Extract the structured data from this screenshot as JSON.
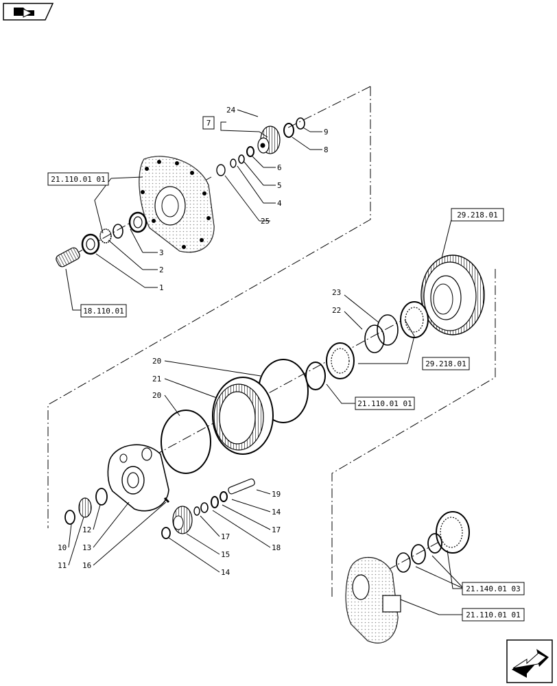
{
  "nav": {
    "back_icon": "folder-back-arrow-icon",
    "next_icon": "next-page-arrow-icon"
  },
  "references": {
    "r1": "21.110.01 01",
    "r2": "29.218.01",
    "r3": "18.110.01",
    "r4": "29.218.01",
    "r5": "21.110.01 01",
    "r6": "21.140.01 03",
    "r7": "21.110.01 01"
  },
  "boxed_item": "7",
  "items": {
    "i1": "1",
    "i2": "2",
    "i3": "3",
    "i4": "4",
    "i5": "5",
    "i6": "6",
    "i8": "8",
    "i9": "9",
    "i10": "10",
    "i11": "11",
    "i12": "12",
    "i13": "13",
    "i14a": "14",
    "i14b": "14",
    "i15": "15",
    "i16": "16",
    "i17a": "17",
    "i17b": "17",
    "i18": "18",
    "i19": "19",
    "i20a": "20",
    "i20b": "20",
    "i21": "21",
    "i22": "22",
    "i23": "23",
    "i24": "24",
    "i25": "25"
  }
}
